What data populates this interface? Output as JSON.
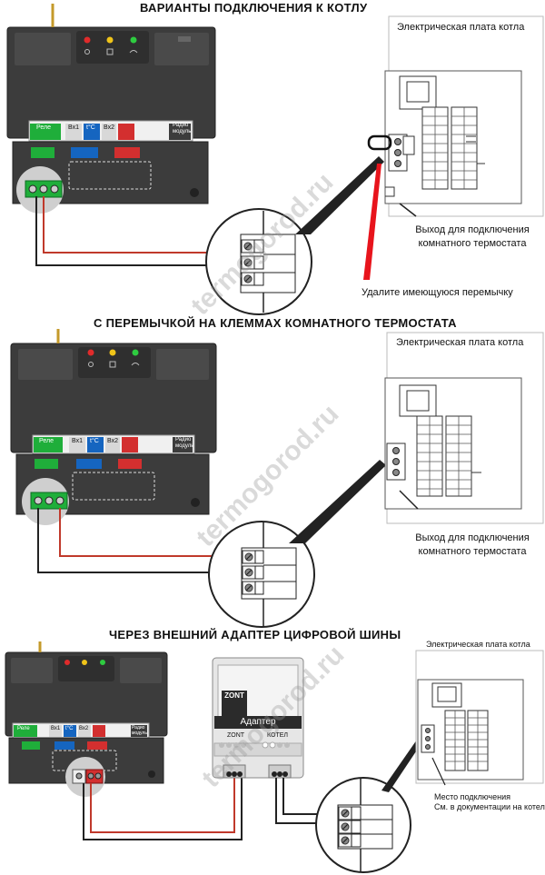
{
  "titles": {
    "s1": "ВАРИАНТЫ ПОДКЛЮЧЕНИЯ К КОТЛУ",
    "s2": "С ПЕРЕМЫЧКОЙ НА КЛЕММАХ КОМНАТНОГО ТЕРМОСТАТА",
    "s3": "ЧЕРЕЗ ВНЕШНИЙ АДАПТЕР ЦИФРОВОЙ ШИНЫ"
  },
  "board": {
    "s1": "Электрическая плата котла",
    "s2": "Электрическая плата котла",
    "s3": "Электрическая плата котла"
  },
  "notes": {
    "s1_out_1": "Выход для подключения",
    "s1_out_2": "комнатного термостата",
    "s1_remove": "Удалите имеющуюся перемычку",
    "s2_out_1": "Выход для подключения",
    "s2_out_2": "комнатного термостата",
    "s3_place_1": "Место подключения",
    "s3_place_2": "См. в документации на котел"
  },
  "controller": {
    "rele": "Реле",
    "vh1": "Вх1",
    "tc": "t°C",
    "vh2": "Вх2",
    "radio_1": "Радио",
    "radio_2": "модуль"
  },
  "adapter": {
    "brand": "ZONT",
    "name": "Адаптер",
    "zont": "ZONT",
    "kotel": "КОТЕЛ"
  },
  "watermark": "termogorod.ru",
  "colors": {
    "wire_red": "#c0392b",
    "wire_black": "#222222",
    "jumper_red": "#e8141c",
    "terminal_green": "#1fae3a",
    "terminal_blue": "#1565c0",
    "terminal_red": "#d32f2f",
    "device_dark": "#3c3c3c"
  }
}
